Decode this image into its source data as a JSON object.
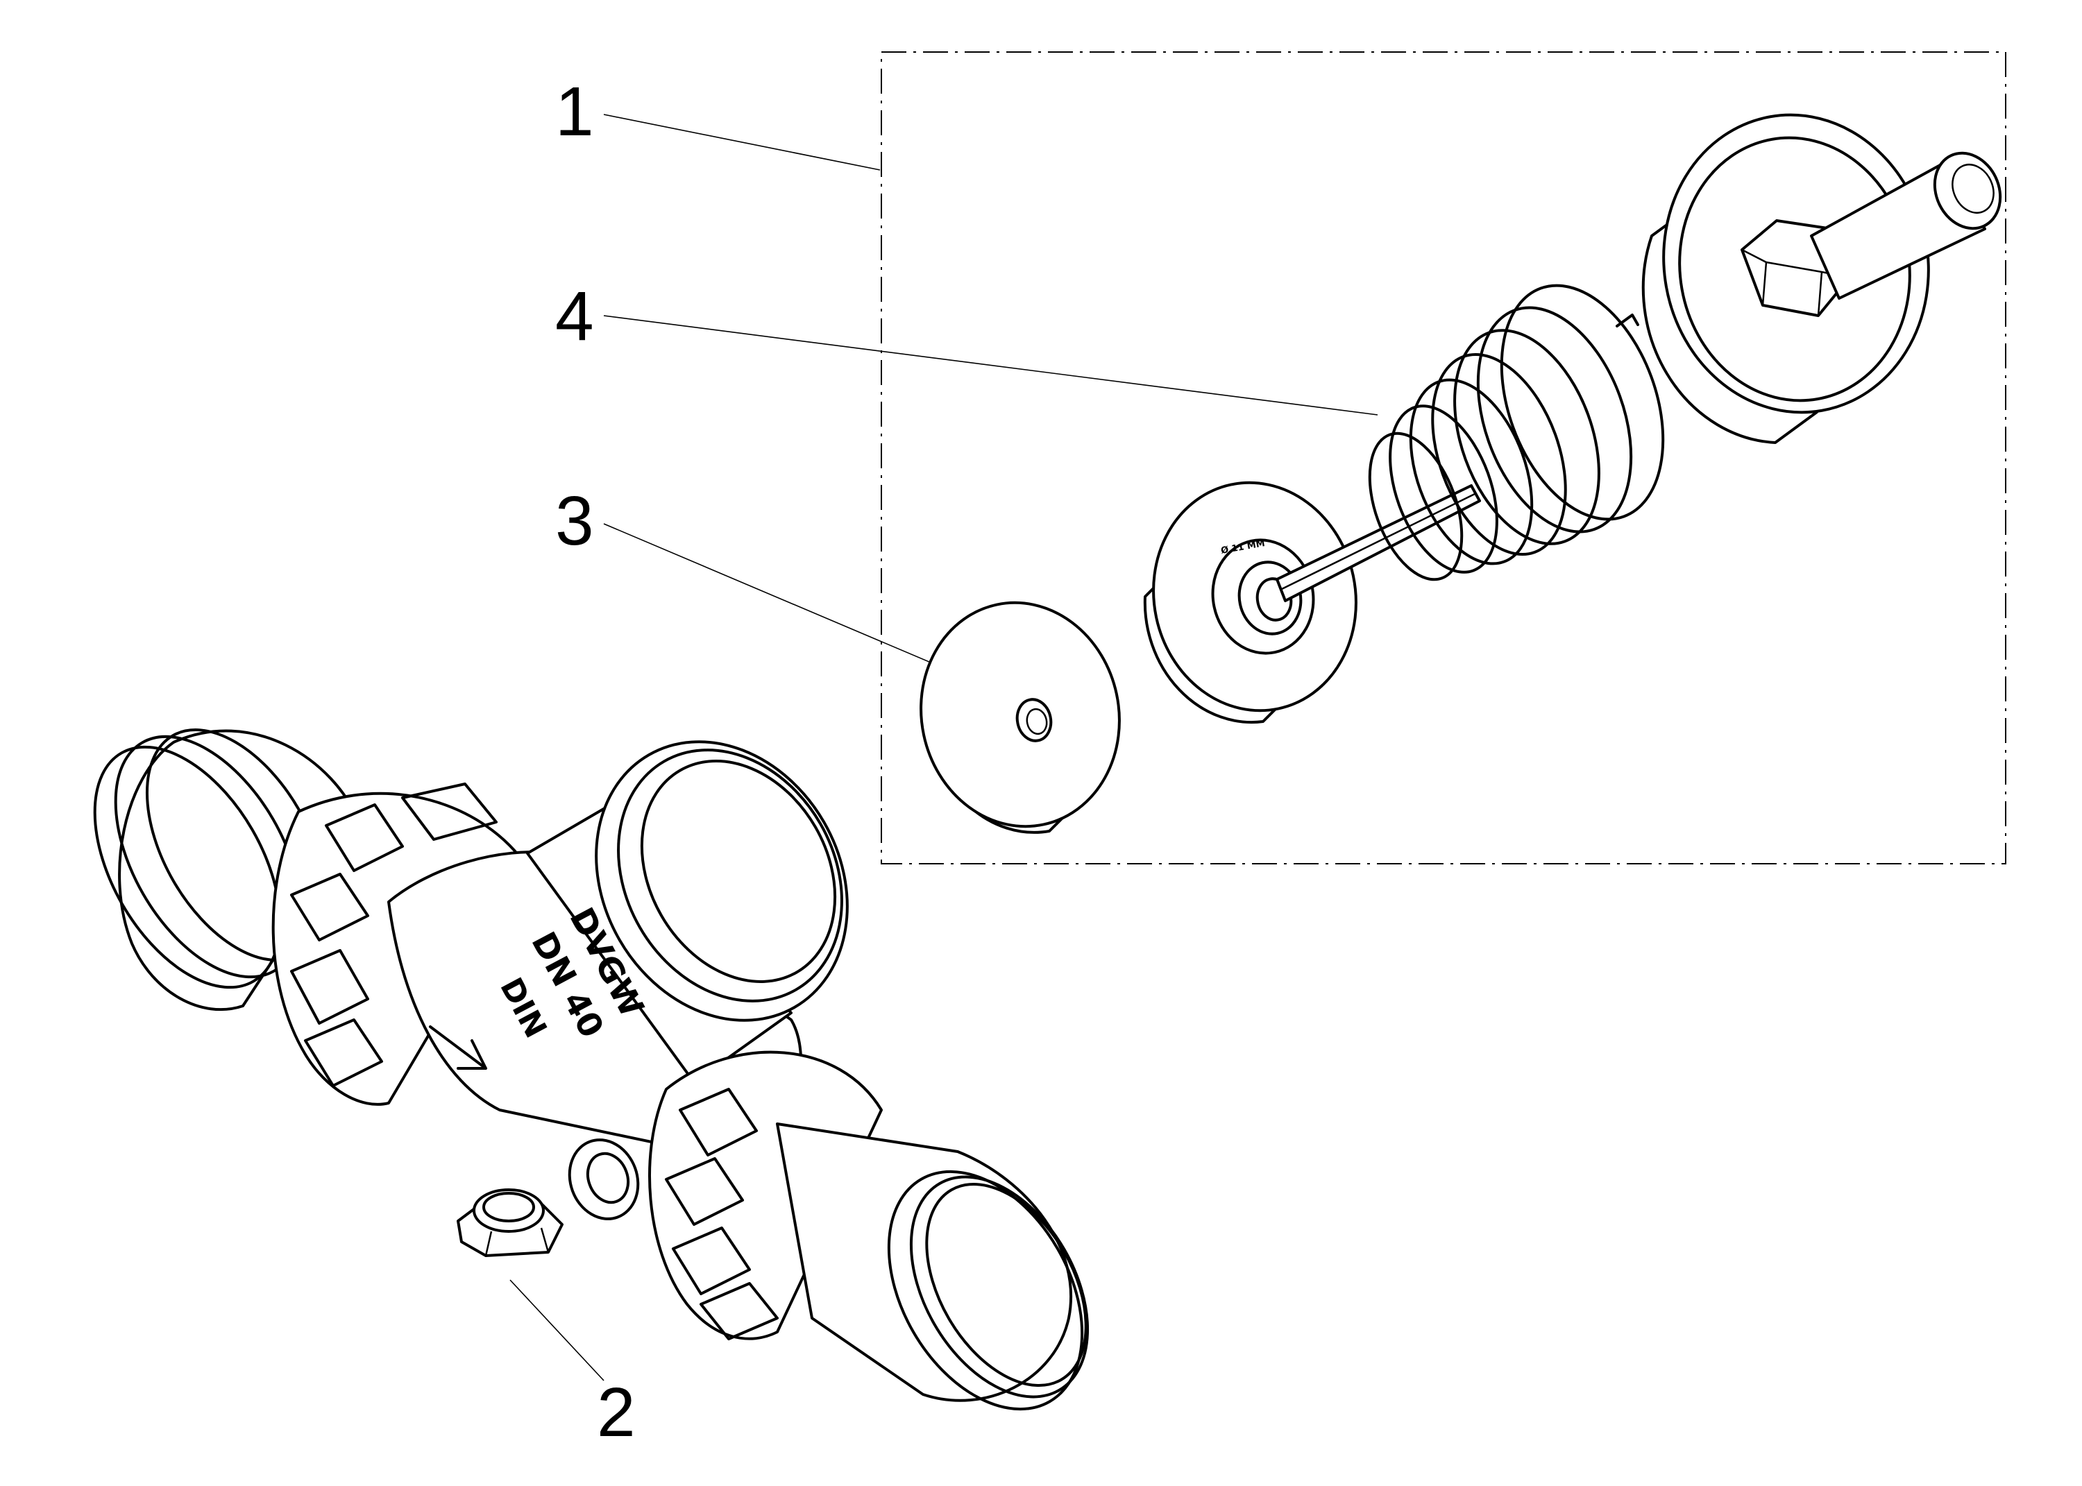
{
  "callouts": [
    {
      "id": "1",
      "label": "1"
    },
    {
      "id": "2",
      "label": "2"
    },
    {
      "id": "3",
      "label": "3"
    },
    {
      "id": "4",
      "label": "4"
    }
  ],
  "body_markings": {
    "brand": "DVGW",
    "size": "DN 40",
    "standard": "DIN"
  },
  "disc_marking": "Ø 11 MM",
  "colors": {
    "line": "#000000",
    "background": "#ffffff"
  }
}
